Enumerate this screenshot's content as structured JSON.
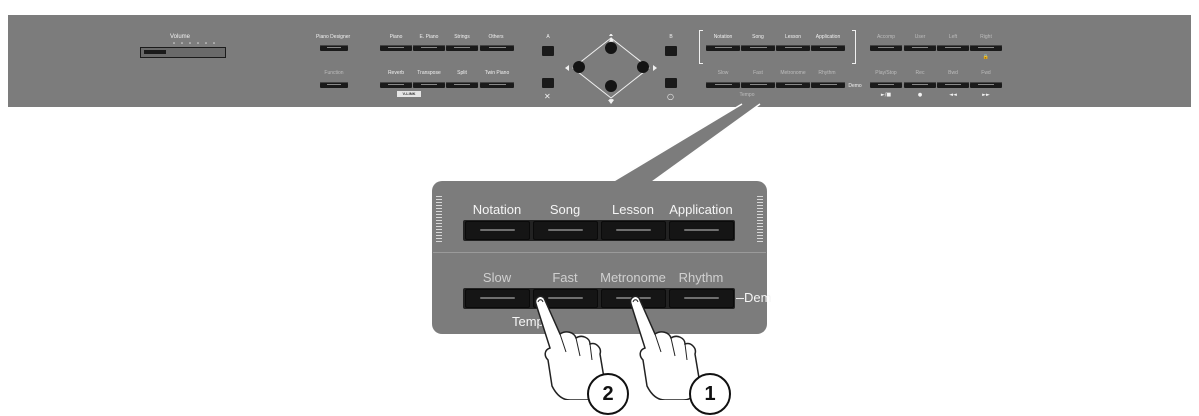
{
  "panel": {
    "volume_label": "Volume",
    "piano_designer": "Piano Designer",
    "function": "Function",
    "tone_buttons": [
      "Piano",
      "E. Piano",
      "Strings",
      "Others"
    ],
    "effect_buttons": [
      "Reverb",
      "Transpose",
      "Split",
      "Twin Piano"
    ],
    "v_link": "V-LINK",
    "a_label": "A",
    "b_label": "B",
    "x_symbol": "✕",
    "o_symbol": "○",
    "mode_buttons": [
      "Notation",
      "Song",
      "Lesson",
      "Application"
    ],
    "tempo_buttons": [
      "Slow",
      "Fast",
      "Metronome",
      "Rhythm"
    ],
    "tempo_label": "Tempo",
    "demo_label": "Demo",
    "track_buttons": [
      "Accomp",
      "User",
      "Left",
      "Right"
    ],
    "transport_buttons": [
      "Play/Stop",
      "Rec",
      "Bwd",
      "Fwd"
    ],
    "transport_symbols": [
      "►/■",
      "●",
      "◄◄",
      "►►"
    ],
    "lock_symbol": "🔒"
  },
  "zoom": {
    "mode_buttons": [
      "Notation",
      "Song",
      "Lesson",
      "Application"
    ],
    "tempo_buttons": [
      "Slow",
      "Fast",
      "Metronome",
      "Rhythm"
    ],
    "demo_label": "Dem",
    "tempo_label": "Temp"
  },
  "steps": {
    "first": "1",
    "second": "2"
  }
}
